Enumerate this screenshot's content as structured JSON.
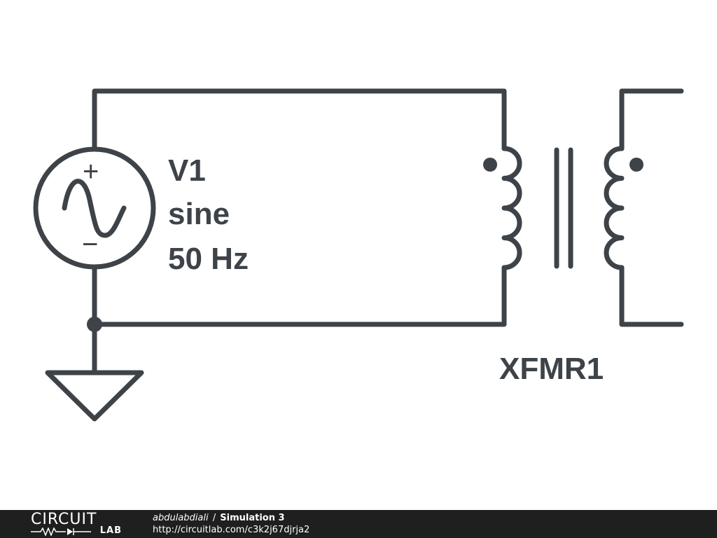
{
  "schematic": {
    "source": {
      "designator": "V1",
      "waveform": "sine",
      "frequency": "50 Hz",
      "plus_sign": "+",
      "minus_sign": "−"
    },
    "transformer": {
      "designator": "XFMR1"
    },
    "colors": {
      "stroke": "#3d4348",
      "background": "#ffffff"
    }
  },
  "footer": {
    "logo_top": "CIRCUIT",
    "logo_bottom": "LAB",
    "author": "abdulabdiali",
    "separator": "/",
    "title": "Simulation 3",
    "url": "http://circuitlab.com/c3k2j67djrja2",
    "background": "#1f1f1f"
  }
}
